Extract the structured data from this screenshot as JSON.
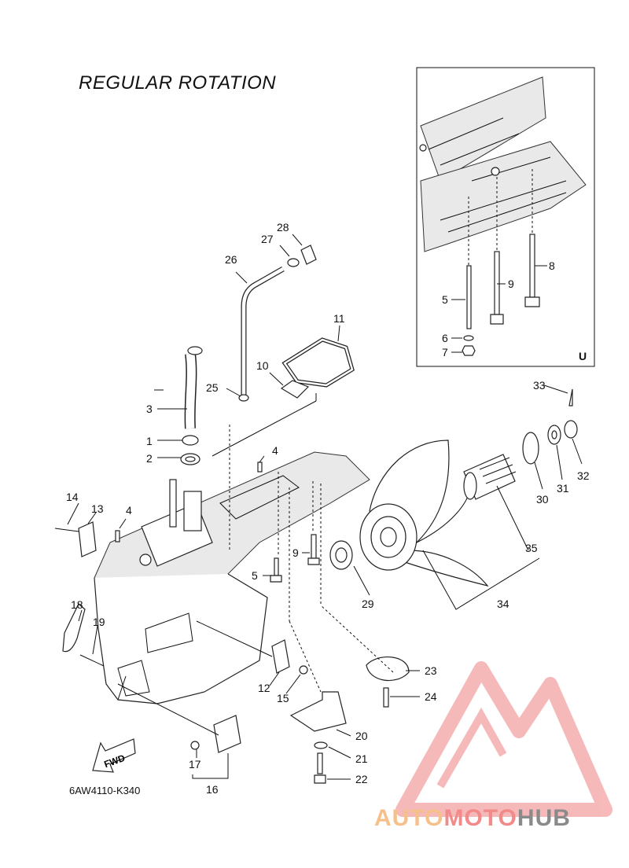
{
  "title": "REGULAR ROTATION",
  "diagram_code": "6AW4110-K340",
  "inset_tag": "U",
  "fwd_label": "FWD",
  "watermark": {
    "part1": "AUTO",
    "part2": "MOTO",
    "part3": "HUB"
  },
  "callouts": {
    "c1": "1",
    "c2": "2",
    "c3": "3",
    "c4a": "4",
    "c4b": "4",
    "c5a": "5",
    "c5b": "5",
    "c6": "6",
    "c7": "7",
    "c8": "8",
    "c9a": "9",
    "c9b": "9",
    "c10": "10",
    "c11": "11",
    "c12": "12",
    "c13": "13",
    "c14": "14",
    "c15": "15",
    "c16": "16",
    "c17": "17",
    "c18": "18",
    "c19": "19",
    "c20": "20",
    "c21": "21",
    "c22": "22",
    "c23": "23",
    "c24": "24",
    "c25": "25",
    "c26": "26",
    "c27": "27",
    "c28": "28",
    "c29": "29",
    "c30": "30",
    "c31": "31",
    "c32": "32",
    "c33": "33",
    "c34": "34",
    "c35": "35"
  }
}
